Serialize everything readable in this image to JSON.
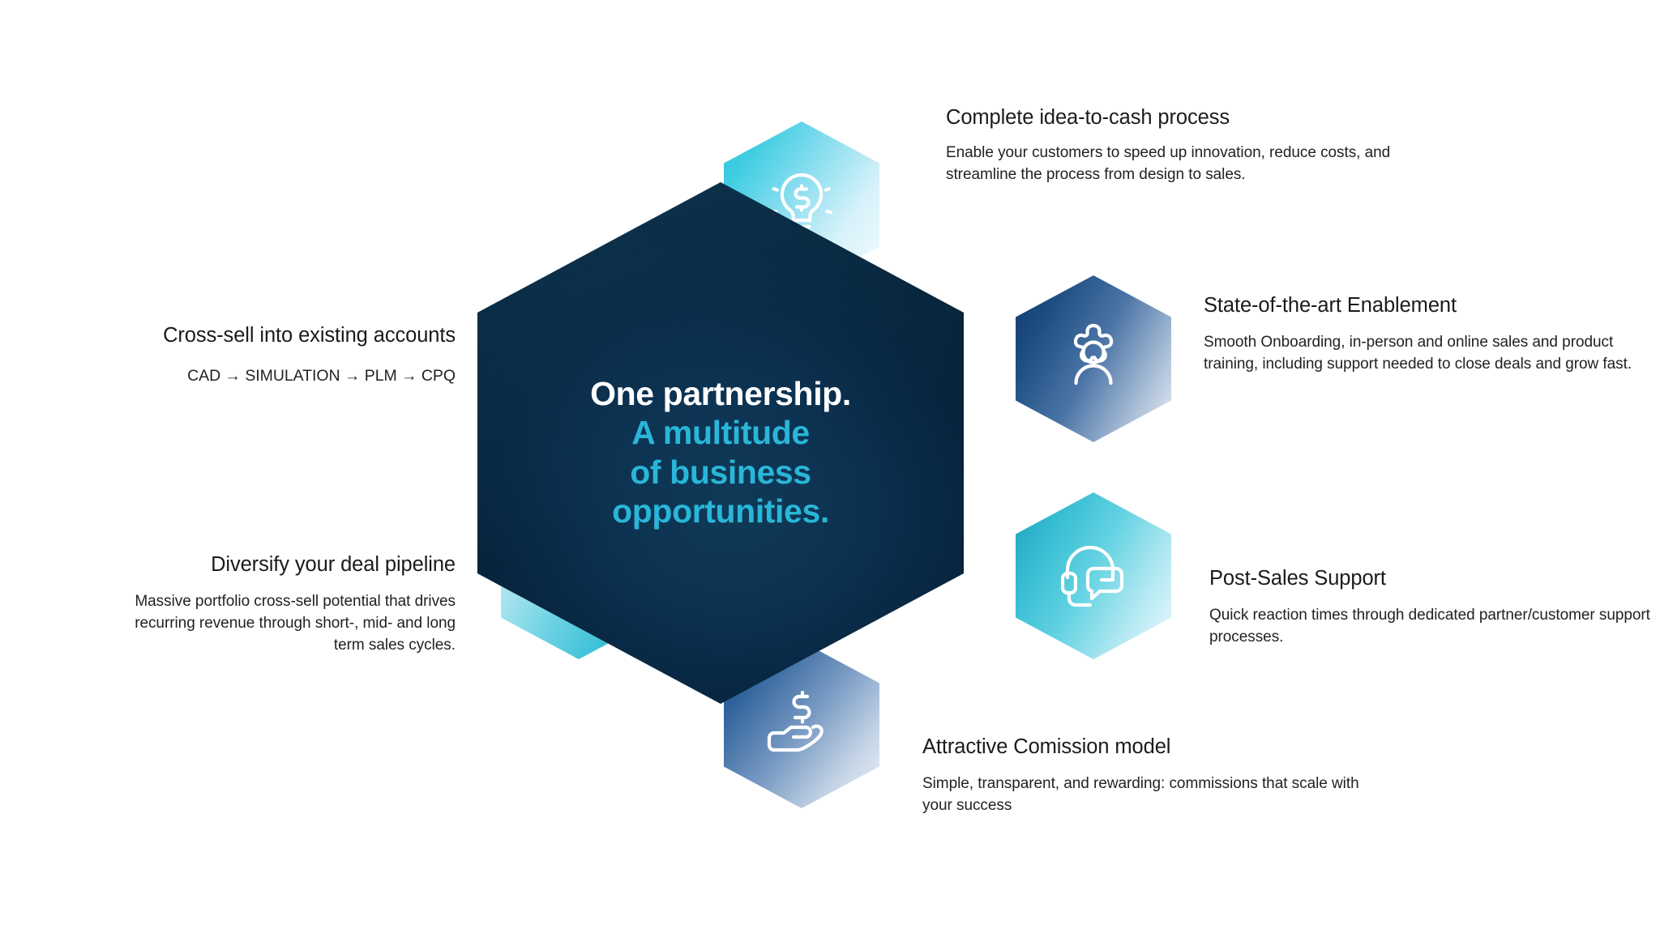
{
  "center": {
    "line1": "One partnership.",
    "line2": "A multitude",
    "line3": "of business",
    "line4": "opportunities.",
    "colors": {
      "line1": "#ffffff",
      "accent": "#29b6d8",
      "background": "#0a2d4b"
    }
  },
  "nodes": [
    {
      "id": "complete-idea-to-cash",
      "position": "top-center",
      "icon": "lightbulb-dollar-icon",
      "title": "Complete idea-to-cash process",
      "body": "Enable your customers to speed up innovation, reduce costs, and streamline the process from design to sales.",
      "hex_colors": [
        "#2fc4dd",
        "#f3fbfe"
      ]
    },
    {
      "id": "state-of-the-art-enablement",
      "position": "top-right",
      "icon": "gear-person-icon",
      "title": "State-of-the-art Enablement",
      "body": "Smooth Onboarding, in-person and online sales and product training, including support needed to close deals and grow fast.",
      "hex_colors": [
        "#123a68",
        "#eef2f7"
      ]
    },
    {
      "id": "post-sales-support",
      "position": "bottom-right",
      "icon": "headset-chat-icon",
      "title": "Post-Sales Support",
      "body": "Quick reaction times through dedicated partner/customer support processes.",
      "hex_colors": [
        "#1d9fb8",
        "#edfafd"
      ]
    },
    {
      "id": "attractive-commission-model",
      "position": "bottom-center",
      "icon": "hand-dollar-icon",
      "title": "Attractive Comission model",
      "body": "Simple, transparent, and rewarding: commissions that scale with your success",
      "hex_colors": [
        "#1d4e85",
        "#f0f4f9"
      ]
    },
    {
      "id": "diversify-your-deal-pipeline",
      "position": "bottom-left",
      "icon": "dollar-network-icon",
      "title": "Diversify your deal pipeline",
      "body": "Massive portfolio cross-sell potential that drives recurring revenue through short-, mid- and long term sales cycles.",
      "hex_colors": [
        "#e9f8fb",
        "#2fb4cd"
      ]
    },
    {
      "id": "cross-sell-into-existing-accounts",
      "position": "top-left",
      "icon": "target-nodes-icon",
      "title": "Cross-sell into existing accounts",
      "body": "CAD → SIMULATION → PLM → CPQ",
      "hex_colors": [
        "#e9eef5",
        "#2f5f99"
      ]
    }
  ]
}
